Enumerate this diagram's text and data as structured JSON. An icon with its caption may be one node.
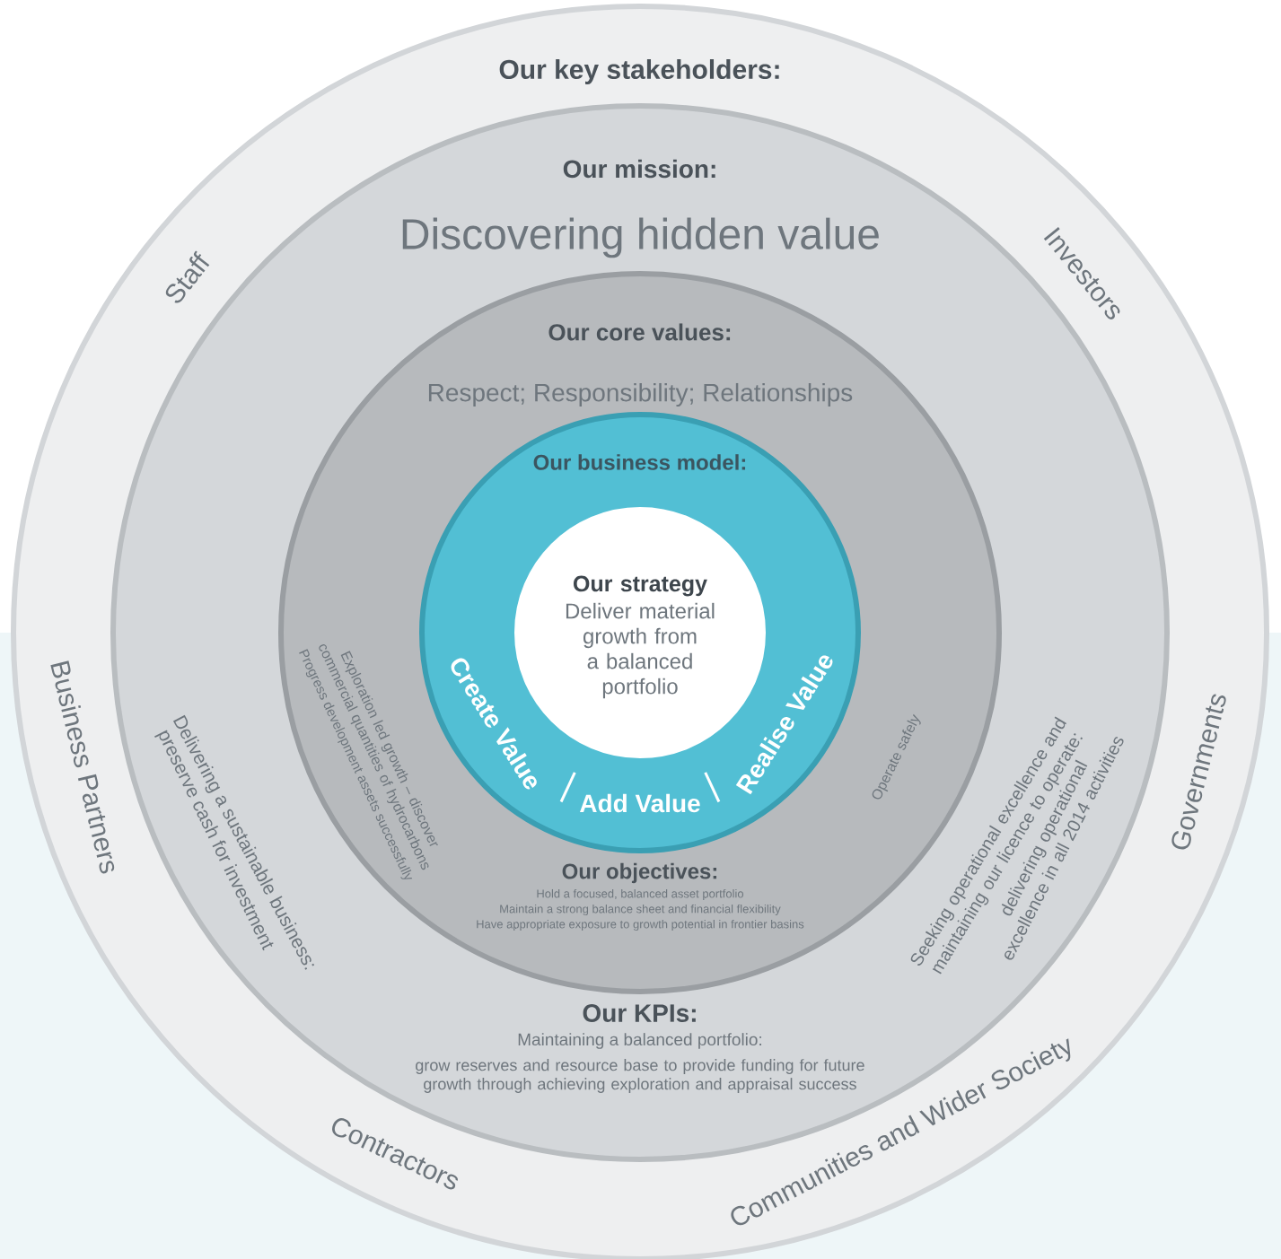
{
  "diagram": {
    "nodes": [
      {
        "text": [
          "Our key stakeholders:",
          "Staff",
          "Investors",
          "Governments",
          "Communities and Wider Society",
          "Contractors",
          "Business Partners"
        ]
      },
      {
        "text": [
          "Our mission:",
          "Discovering hidden value",
          "Our KPIs:",
          "Maintaining a balanced portfolio:",
          "grow reserves and resource base to provide funding for future growth through achieving exploration and appraisal success",
          "Delivering a sustainable business:",
          "preserve cash for investment",
          "Seeking operational excellence and maintaining our licence to operate:",
          "delivering operational excellence in all 2014 activities"
        ],
        "in": 0
      },
      {
        "text": [
          "Our core values:",
          "Respect; Responsibility; Relationships",
          "Our objectives:",
          "Hold a focused, balanced asset portfolio",
          "Maintain a strong balance sheet and financial flexibility",
          "Have appropriate exposure to growth potential in frontier basins",
          "Exploration led growth – discover commercial quantities of hydrocarbons",
          "Progress development assets successfully",
          "Operate safely"
        ],
        "in": 1
      },
      {
        "text": [
          "Our business model:",
          "Create Value",
          "Add Value",
          "Realise Value"
        ],
        "in": 2
      },
      {
        "text": [
          "Our strategy",
          "Deliver material growth from a balanced portfolio"
        ],
        "in": 3
      }
    ]
  }
}
